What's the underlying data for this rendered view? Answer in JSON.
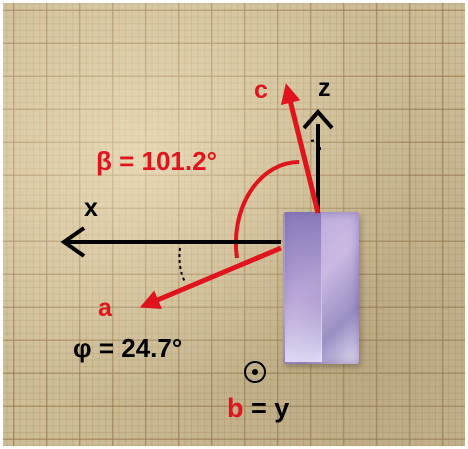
{
  "image": {
    "description_free": true
  },
  "labels": {
    "c_axis": "c",
    "z_axis": "z",
    "x_axis": "x",
    "a_axis": "a",
    "beta": "β = 101.2°",
    "phi": "φ = 24.7°",
    "b_part": "b",
    "y_part": " = y"
  },
  "colors": {
    "crystal_axes": "#e0141c",
    "lab_axes": "#000000",
    "paper": "#cdbd96",
    "crystal": "#b8a7d8"
  },
  "icons": {
    "out_of_plane_marker": "dot-in-circle-icon"
  }
}
